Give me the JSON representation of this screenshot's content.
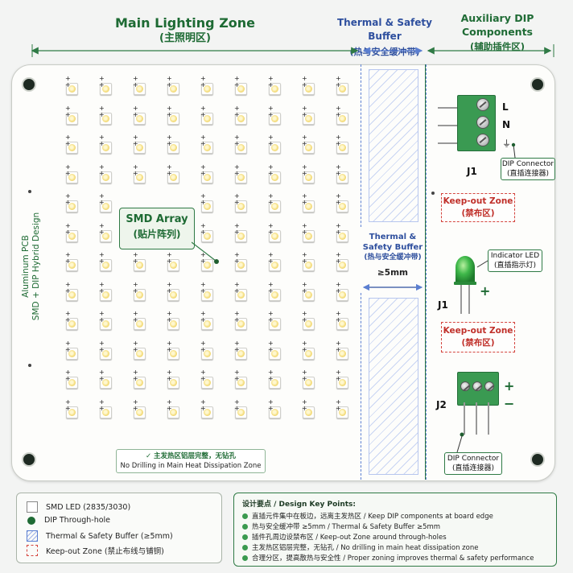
{
  "zones": {
    "main": {
      "title": "Main Lighting Zone",
      "subtitle": "(主照明区)"
    },
    "buffer": {
      "title": "Thermal & Safety Buffer",
      "subtitle": "(热与安全缓冲带)"
    },
    "aux": {
      "line1": "Auxiliary DIP",
      "line2": "Components",
      "subtitle": "(辅助插件区)"
    }
  },
  "board_label": {
    "line1": "Aluminum PCB",
    "line2": "SMD + DIP Hybrid Design"
  },
  "smd_callout": {
    "line1": "SMD Array",
    "line2": "(贴片阵列)"
  },
  "buffer_callout": {
    "line1": "Thermal &",
    "line2": "Safety Buffer",
    "line3": "(热与安全缓冲带)",
    "width": "≥5mm"
  },
  "no_drill_note": {
    "line1": "主发热区铝层完整，无钻孔",
    "line2": "No Drilling in Main Heat Dissipation Zone",
    "check": "✓"
  },
  "components": {
    "j1_top": {
      "ref": "J1",
      "pin_l": "L",
      "pin_n": "N",
      "ground": "⏚",
      "label1": "DIP Connector",
      "label2": "(直插连接器)"
    },
    "keepout_1": {
      "line1": "Keep-out Zone",
      "line2": "(禁布区)"
    },
    "led": {
      "ref": "J1",
      "plus": "+",
      "label1": "Indicator LED",
      "label2": "(直插指示灯)"
    },
    "keepout_2": {
      "line1": "Keep-out Zone",
      "line2": "(禁布区)"
    },
    "j2": {
      "ref": "J2",
      "plus": "+",
      "minus": "−",
      "label1": "DIP Connector",
      "label2": "(直插连接器)"
    }
  },
  "legend": {
    "smd_led": "SMD LED (2835/3030)",
    "dip_hole": "DIP Through-hole",
    "buffer": "Thermal & Safety Buffer (≥5mm)",
    "keepout": "Keep-out Zone (禁止布线与铺铜)"
  },
  "key_points": {
    "title": "设计要点 / Design Key Points:",
    "items": [
      "直插元件集中在板边，远离主发热区 / Keep DIP components at board edge",
      "热与安全缓冲带 ≥5mm / Thermal & Safety Buffer ≥5mm",
      "插件孔周边设禁布区 / Keep-out Zone around through-holes",
      "主发热区铝层完整，无钻孔 / No drilling in main heat dissipation zone",
      "合理分区，提高散热与安全性 / Proper zoning improves thermal & safety performance"
    ]
  },
  "led_grid": {
    "rows": 12,
    "cols": 9
  },
  "colors": {
    "accent_green": "#1f6b35",
    "buffer_blue": "#2e4f9e",
    "keepout_red": "#c0302a"
  }
}
